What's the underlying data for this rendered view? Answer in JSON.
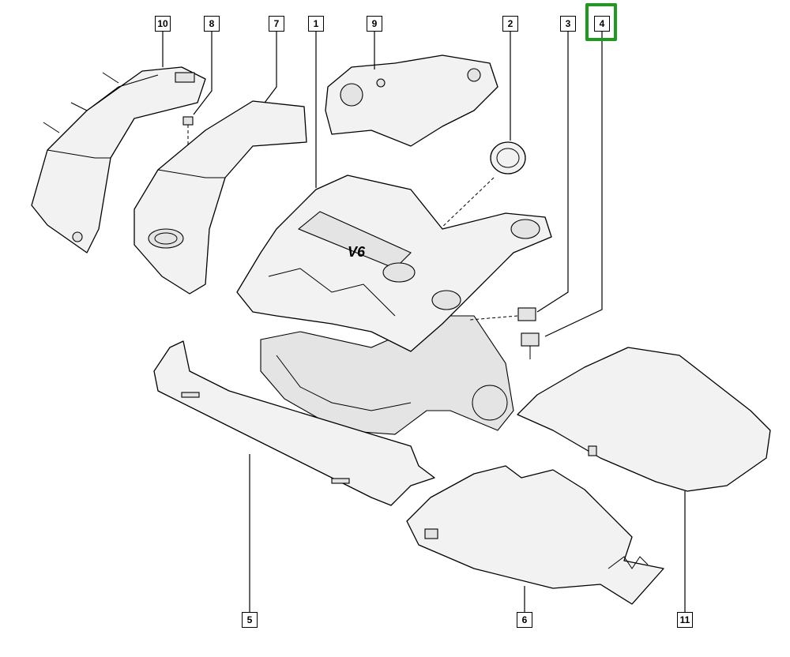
{
  "diagram": {
    "callouts": [
      {
        "id": "10",
        "label": "10"
      },
      {
        "id": "8",
        "label": "8"
      },
      {
        "id": "7",
        "label": "7"
      },
      {
        "id": "1",
        "label": "1"
      },
      {
        "id": "9",
        "label": "9"
      },
      {
        "id": "2",
        "label": "2"
      },
      {
        "id": "3",
        "label": "3"
      },
      {
        "id": "4",
        "label": "4"
      },
      {
        "id": "5",
        "label": "5"
      },
      {
        "id": "6",
        "label": "6"
      },
      {
        "id": "11",
        "label": "11"
      }
    ],
    "selected_callout": "4",
    "highlight_color": "#1e9a1e",
    "engine_cover_text": "V6"
  }
}
